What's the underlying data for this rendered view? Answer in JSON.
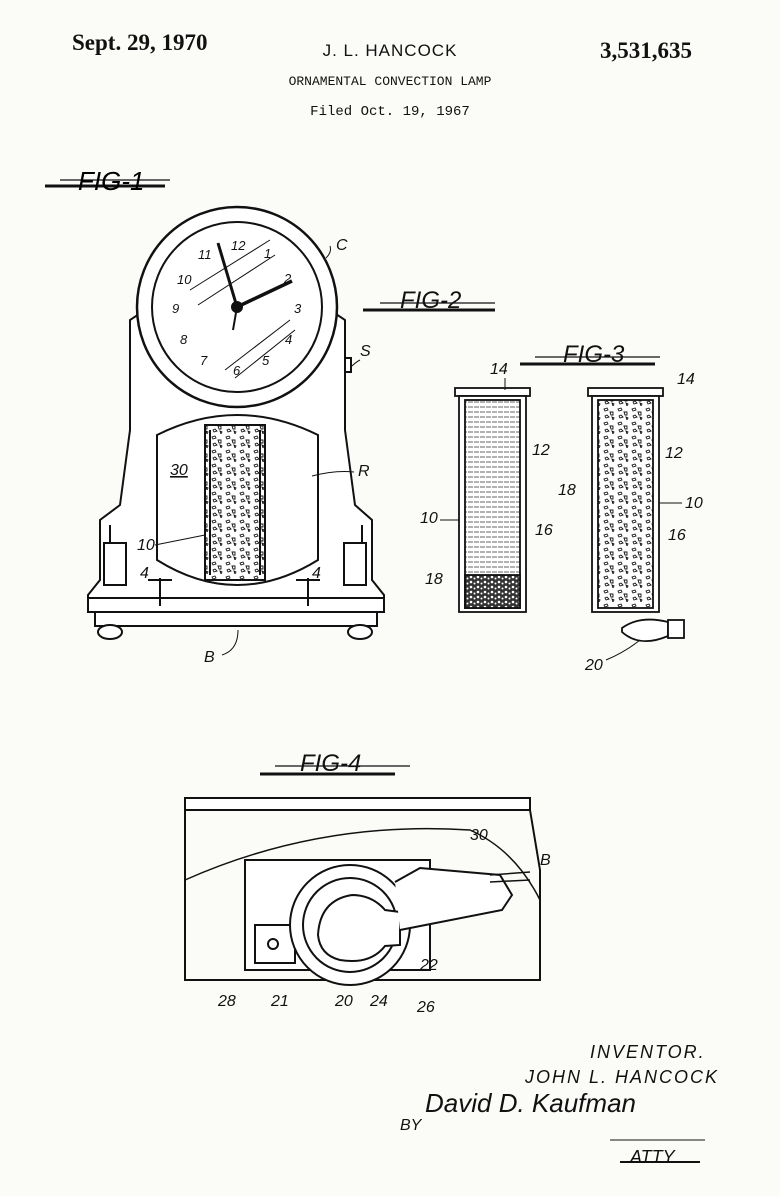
{
  "header": {
    "date": "Sept. 29, 1970",
    "inventor_name": "J. L. HANCOCK",
    "patent_number": "3,531,635",
    "title": "ORNAMENTAL CONVECTION LAMP",
    "filed": "Filed Oct. 19, 1967"
  },
  "figures": {
    "fig1": "FIG-1",
    "fig2": "FIG-2",
    "fig3": "FIG-3",
    "fig4": "FIG-4"
  },
  "clock_numerals": [
    "12",
    "1",
    "2",
    "3",
    "4",
    "5",
    "6",
    "7",
    "8",
    "9",
    "10",
    "11"
  ],
  "labels": {
    "C": "C",
    "S": "S",
    "R": "R",
    "B": "B",
    "n30": "30",
    "n10": "10",
    "n4": "4",
    "n12": "12",
    "n14": "14",
    "n16": "16",
    "n18": "18",
    "n20": "20",
    "n21": "21",
    "n22": "22",
    "n24": "24",
    "n26": "26",
    "n28": "28"
  },
  "signature": {
    "inventor_heading": "INVENTOR.",
    "inventor_full": "JOHN L. HANCOCK",
    "by": "BY",
    "attorney_signature": "David D. Kaufman",
    "attorney_mark": "ATTY"
  }
}
